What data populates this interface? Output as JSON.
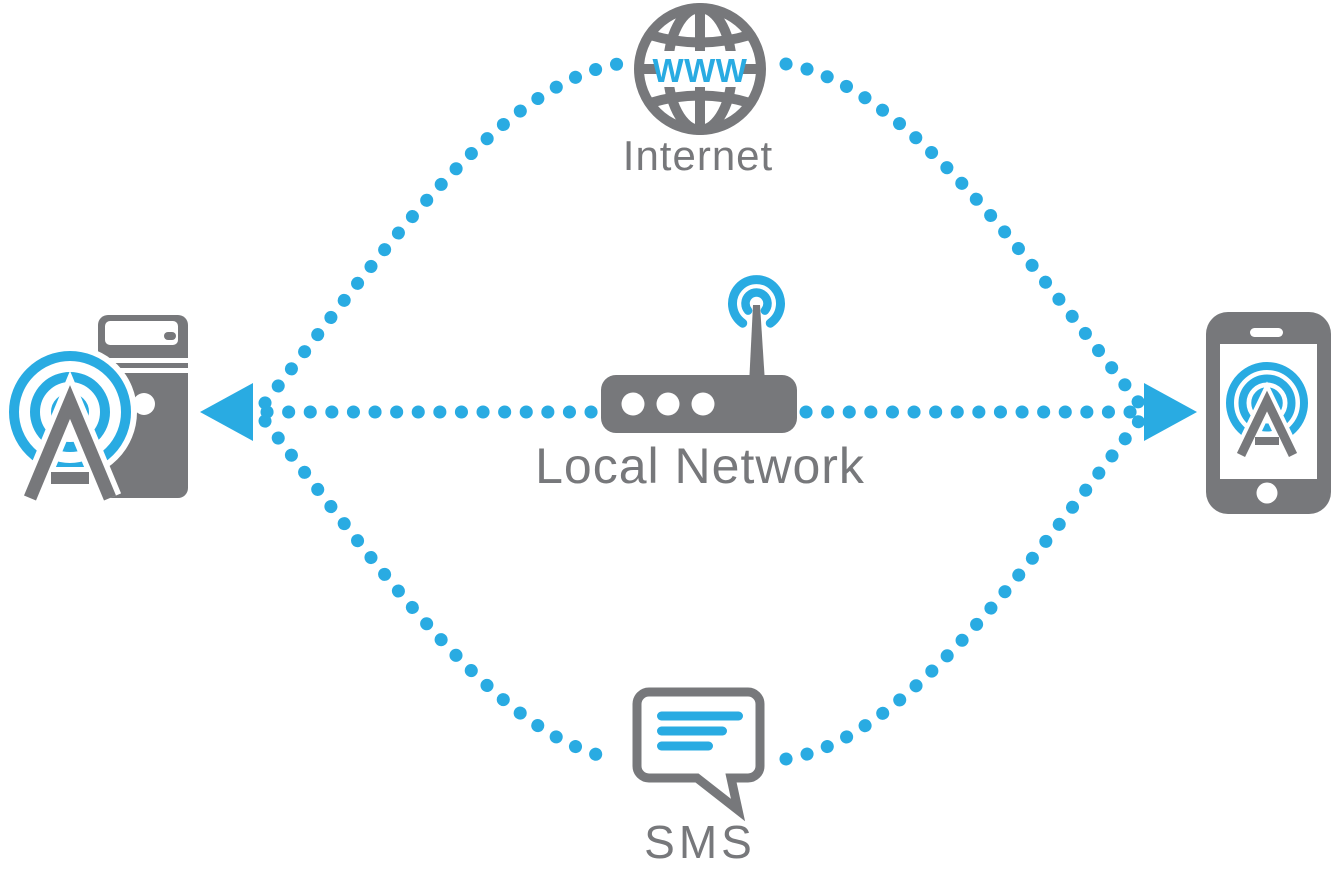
{
  "labels": {
    "www": "WWW",
    "internet": "Internet",
    "local_network": "Local Network",
    "sms": "SMS"
  },
  "colors": {
    "accent_blue": "#29ABE2",
    "icon_gray": "#77787B",
    "background": "#FFFFFF"
  },
  "nodes": [
    {
      "id": "server",
      "icon": "desktop-tower-with-antennapod-logo",
      "label": ""
    },
    {
      "id": "internet",
      "icon": "globe-www",
      "label": "Internet"
    },
    {
      "id": "local-network",
      "icon": "wifi-router",
      "label": "Local Network"
    },
    {
      "id": "sms",
      "icon": "chat-bubble",
      "label": "SMS"
    },
    {
      "id": "phone",
      "icon": "smartphone-with-antennapod-logo",
      "label": ""
    }
  ],
  "connections": [
    {
      "from": "server",
      "to": "phone",
      "via": "Internet",
      "style": "dotted-curve"
    },
    {
      "from": "server",
      "to": "phone",
      "via": "Local Network",
      "style": "dotted-straight"
    },
    {
      "from": "server",
      "to": "phone",
      "via": "SMS",
      "style": "dotted-curve"
    }
  ]
}
